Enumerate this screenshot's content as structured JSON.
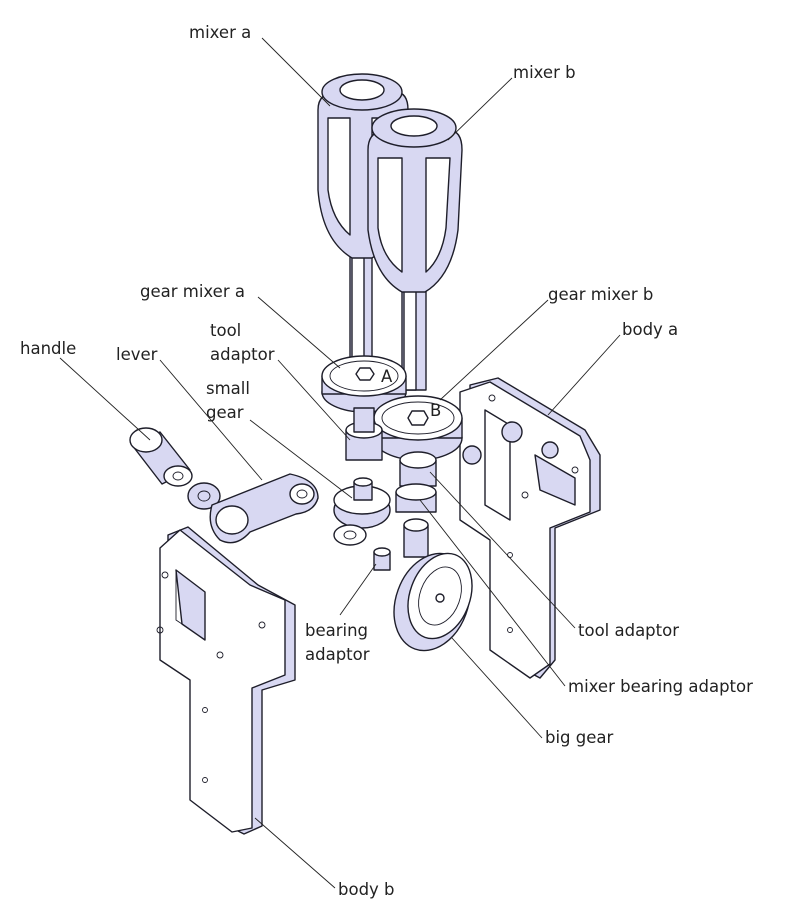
{
  "labels": {
    "mixer_a": "mixer a",
    "mixer_b": "mixer b",
    "gear_mixer_a": "gear mixer a",
    "gear_mixer_b": "gear mixer b",
    "tool_adaptor_top_1": "tool",
    "tool_adaptor_top_2": "adaptor",
    "body_a": "body a",
    "handle": "handle",
    "lever": "lever",
    "small_gear_1": "small",
    "small_gear_2": "gear",
    "bearing_adaptor_1": "bearing",
    "bearing_adaptor_2": "adaptor",
    "tool_adaptor": "tool adaptor",
    "mixer_bearing_adaptor": "mixer bearing adaptor",
    "big_gear": "big gear",
    "body_b": "body b"
  },
  "gear_marks": {
    "a": "A",
    "b": "B"
  },
  "colors": {
    "part_fill": "#ffffff",
    "part_shade": "#d8d8f2",
    "line": "#1e1e2a",
    "label": "#222222"
  }
}
